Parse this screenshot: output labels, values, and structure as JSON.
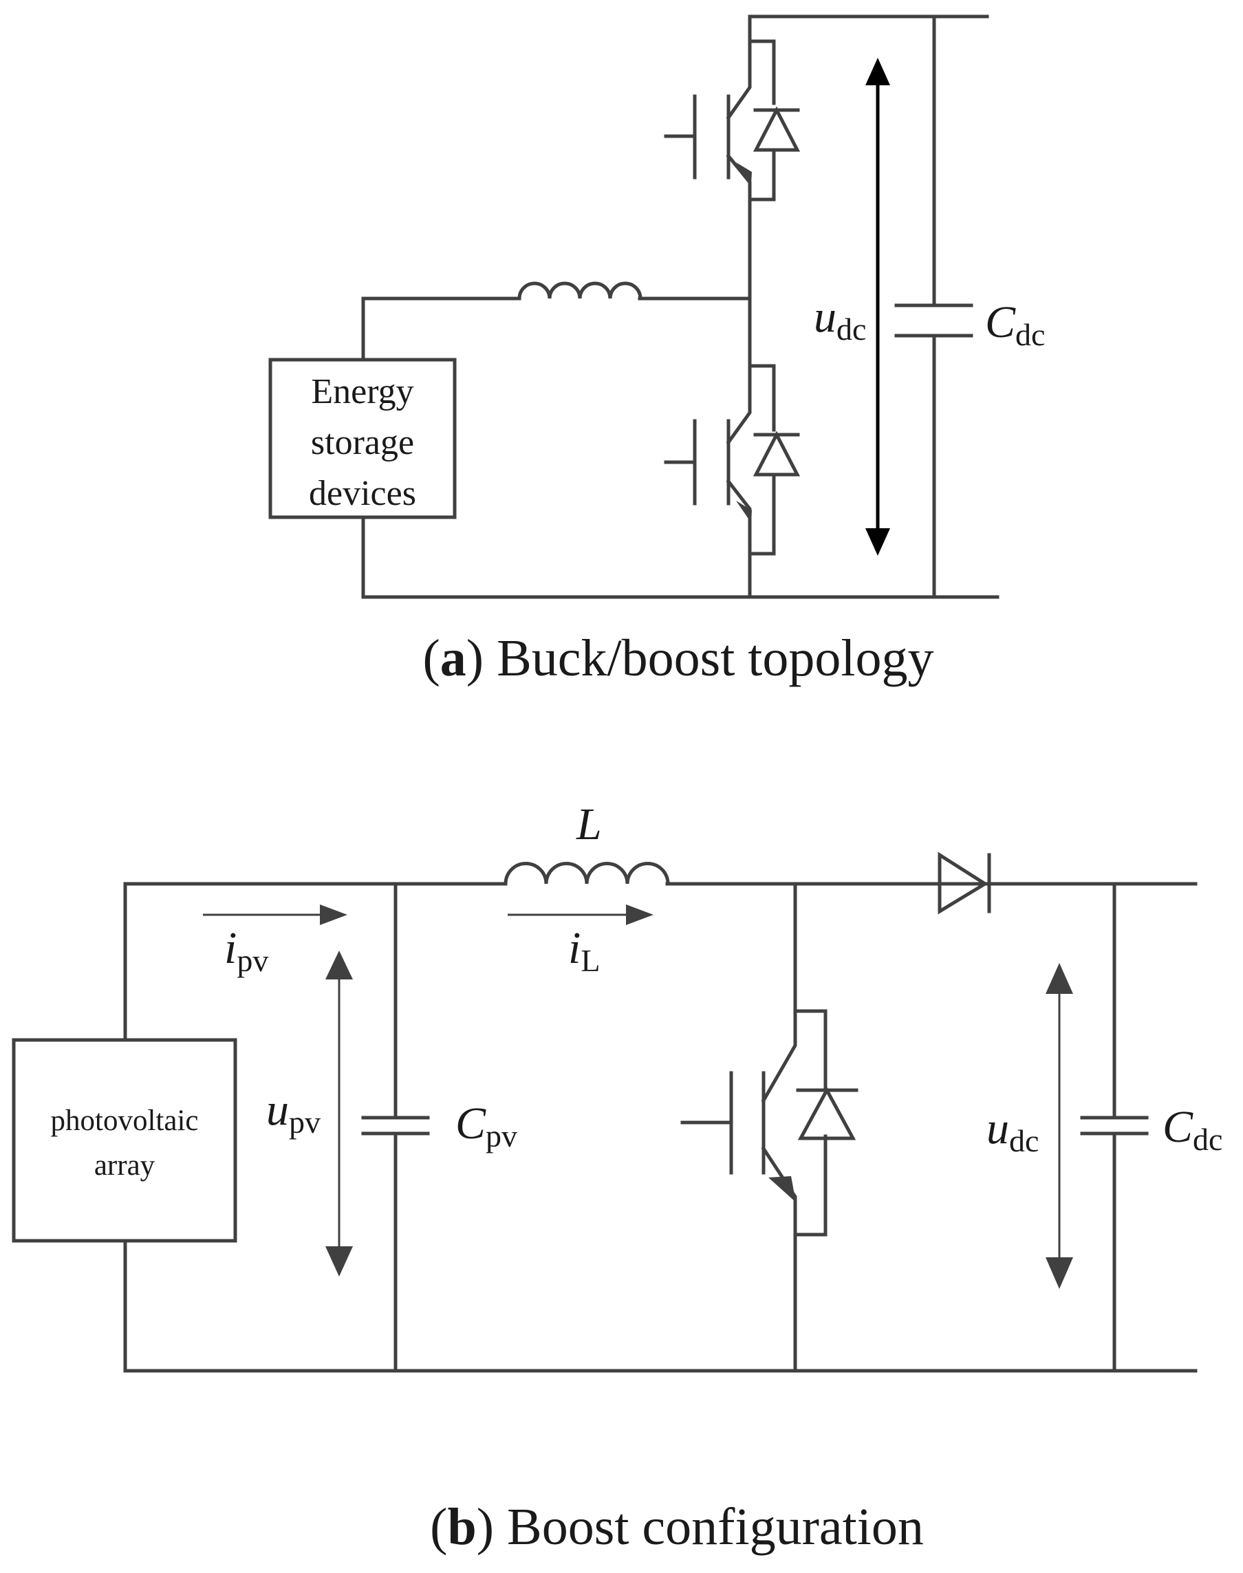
{
  "figure_a": {
    "source_box": [
      "Energy",
      "storage",
      "devices"
    ],
    "voltage_label": {
      "symbol": "u",
      "subscript": "dc"
    },
    "capacitor_label": {
      "symbol": "C",
      "subscript": "dc"
    },
    "caption": {
      "tag": "a",
      "text": " Buck/boost topology"
    }
  },
  "figure_b": {
    "source_box": [
      "photovoltaic",
      "array"
    ],
    "inductor_label": "L",
    "pv_current_label": {
      "symbol": "i",
      "subscript": "pv"
    },
    "inductor_current_label": {
      "symbol": "i",
      "subscript": "L"
    },
    "pv_voltage_label": {
      "symbol": "u",
      "subscript": "pv"
    },
    "pv_capacitor_label": {
      "symbol": "C",
      "subscript": "pv"
    },
    "dc_voltage_label": {
      "symbol": "u",
      "subscript": "dc"
    },
    "dc_capacitor_label": {
      "symbol": "C",
      "subscript": "dc"
    },
    "caption": {
      "tag": "b",
      "text": " Boost configuration"
    }
  },
  "colors": {
    "wire": "#404040",
    "text": "#1a1a1a",
    "background": "#ffffff"
  }
}
